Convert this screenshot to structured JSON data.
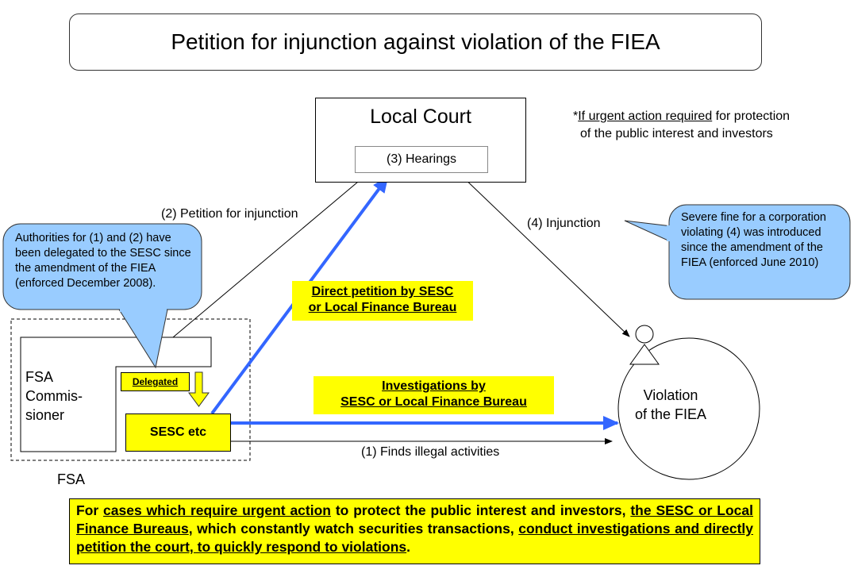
{
  "title": "Petition for injunction against violation of the FIEA",
  "court": {
    "title": "Local Court",
    "hearings": "(3) Hearings"
  },
  "urgent_note": {
    "asterisk": "*",
    "underlined": "If urgent action required",
    "rest_line1": " for protection",
    "line2": "of the public interest and investors"
  },
  "arrows": {
    "petition": "(2) Petition for injunction",
    "injunction": "(4) Injunction",
    "finds": "(1) Finds illegal activities"
  },
  "callouts": {
    "delegation": "Authorities for (1) and (2) have been delegated to the SESC since the amendment of the FIEA (enforced December 2008).",
    "fine": "Severe fine for a corporation violating (4) was introduced since the amendment of the FIEA (enforced June 2010)"
  },
  "highlights": {
    "direct_petition_line1": "Direct petition by SESC",
    "direct_petition_line2": "or Local Finance Bureau",
    "investigations_line1": "Investigations by",
    "investigations_line2": "SESC or Local Finance Bureau"
  },
  "fsa": {
    "commissioner_line1": "FSA",
    "commissioner_line2": "Commis-",
    "commissioner_line3": "sioner",
    "delegated": "Delegated",
    "sesc": "SESC etc",
    "label": "FSA"
  },
  "violation": {
    "line1": "Violation",
    "line2": "of the FIEA"
  },
  "summary": {
    "p1": "For ",
    "u1": "cases which require urgent action",
    "p2": " to protect the public interest and investors, ",
    "u2": "the SESC or Local Finance Bureaus",
    "p3": ", which constantly watch securities transactions, ",
    "u3": "conduct investigations and directly petition the court, to quickly respond to violations",
    "p4": "."
  },
  "colors": {
    "callout_fill": "#99ccff",
    "highlight": "#ffff00",
    "blue_arrow": "#3366ff"
  }
}
